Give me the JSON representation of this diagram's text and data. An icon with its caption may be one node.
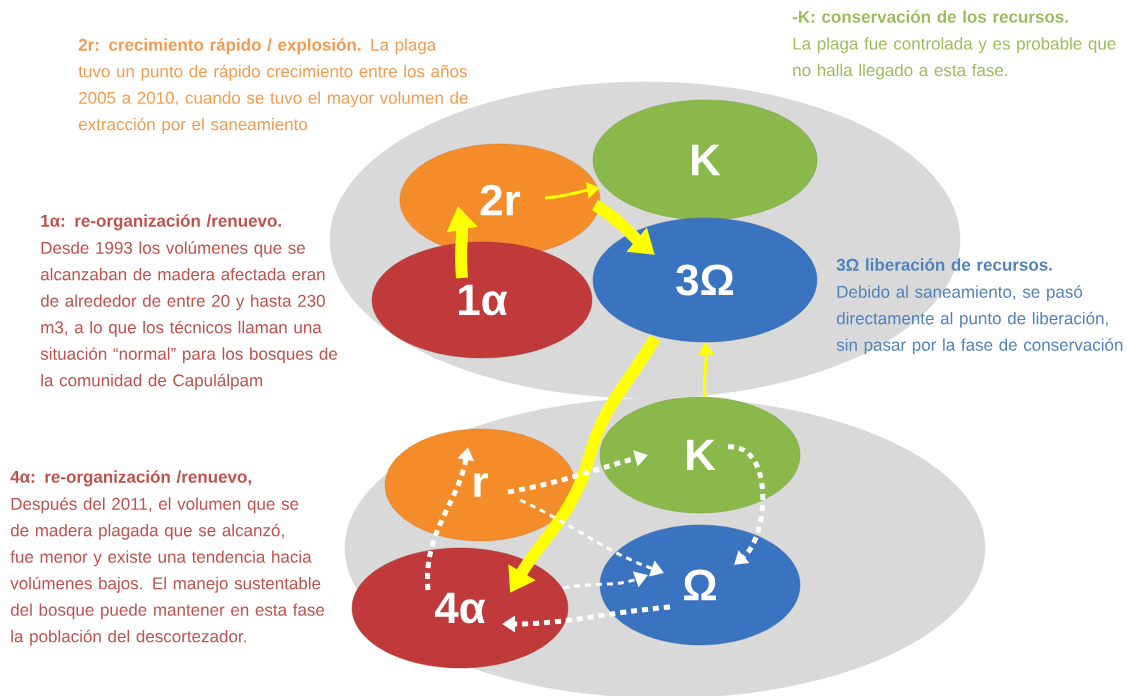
{
  "diagram": {
    "nodes": [
      {
        "text": [],
        "shape": "ellipse"
      },
      {
        "text": [
          "2r"
        ],
        "in": 0,
        "beside": [
          "**2r: crecimiento rápido / explosión.** La plaga tuvo un punto de rápido crecimiento entre los años 2005 a 2010, cuando se tuvo el mayor volumen de extracción por el saneamiento"
        ]
      },
      {
        "text": [
          "K"
        ],
        "in": 0,
        "beside": [
          "-K: conservación de los recursos.",
          "La plaga fue controlada y es probable que no halla llegado a esta fase."
        ]
      },
      {
        "text": [
          "1α"
        ],
        "in": 0,
        "beside": [
          "1α: re-organización /renuevo.",
          "Desde 1993 los volúmenes que se alcanzaban de madera afectada eran de alrededor de entre 20 y hasta 230 m3, a lo que los técnicos llaman una situación “normal” para los bosques de la comunidad de Capulálpam"
        ]
      },
      {
        "text": [
          "3Ω"
        ],
        "in": 0,
        "beside": [
          "3Ω liberación de recursos.",
          "Debido al saneamiento, se pasó directamente al punto de liberación, sin pasar por la fase de conservación"
        ]
      },
      {
        "text": [],
        "shape": "ellipse"
      },
      {
        "text": [
          "r"
        ],
        "in": 5
      },
      {
        "text": [
          "K"
        ],
        "in": 5
      },
      {
        "text": [
          "4α"
        ],
        "in": 5,
        "beside": [
          "4α: re-organización /renuevo,",
          "Después del 2011, el volumen que se de madera plagada que se alcanzó, fue menor y existe una tendencia hacia volúmenes bajos. El manejo sustentable del bosque puede mantener en esta fase la población del descortezador."
        ]
      },
      {
        "text": [
          "Ω"
        ],
        "in": 5
      }
    ],
    "edges": [
      {
        "from": 3,
        "to": 1,
        "arrow": "to",
        "style": "thick",
        "color": "#ffff00"
      },
      {
        "from": 1,
        "to": 2,
        "arrow": "to",
        "color": "#ffff00"
      },
      {
        "from": 1,
        "to": 4,
        "arrow": "to",
        "style": "thick",
        "color": "#ffff00"
      },
      {
        "from": 4,
        "to": 8,
        "arrow": "to",
        "style": "thick",
        "color": "#ffff00"
      },
      {
        "from": 7,
        "to": 4,
        "arrow": "to",
        "color": "#ffff00"
      },
      {
        "from": 6,
        "to": 7,
        "arrow": "to",
        "style": "dashed"
      },
      {
        "from": 6,
        "to": 9,
        "arrow": "to",
        "style": "dashed"
      },
      {
        "from": 7,
        "to": 9,
        "arrow": "to",
        "style": "dashed"
      },
      {
        "from": 9,
        "to": 8,
        "arrow": "to",
        "style": "dashed"
      },
      {
        "from": 8,
        "to": 6,
        "arrow": "to",
        "style": "dashed"
      },
      {
        "from": 8,
        "to": 9,
        "arrow": "to",
        "style": "dashed"
      }
    ]
  }
}
